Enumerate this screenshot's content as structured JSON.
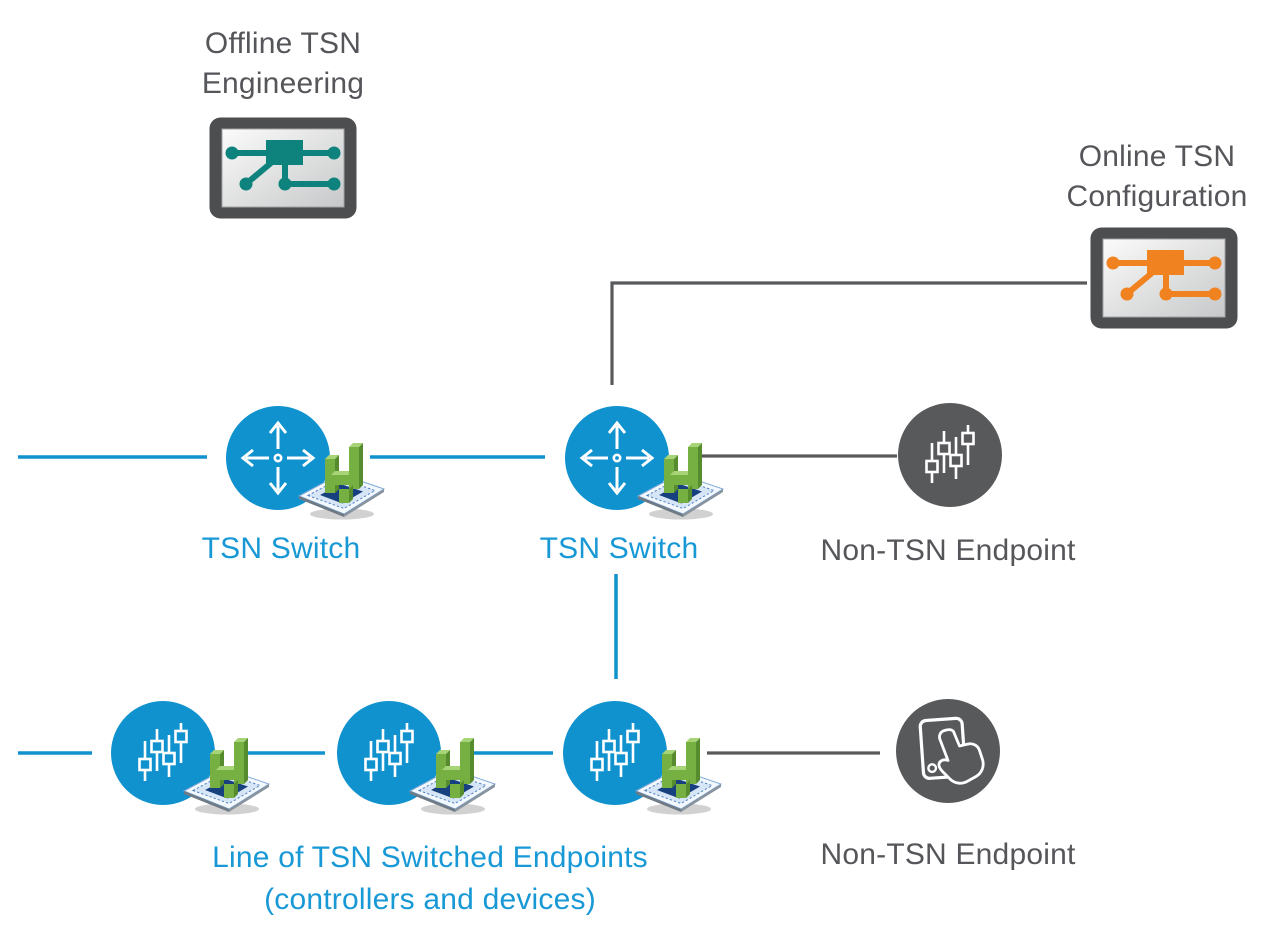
{
  "title": "TSN network architecture diagram",
  "colors": {
    "blue_node": "#1092cf",
    "blue_line": "#1092cf",
    "blue_text": "#1899d6",
    "gray_node": "#58595b",
    "gray_line": "#595a5c",
    "gray_text": "#55565a",
    "monitor_frame": "#4d4e50",
    "teal": "#0e837d",
    "orange": "#f0821f",
    "chip_core": "#16407e",
    "chip_green": "#76b043",
    "chip_green_light": "#a8d478",
    "chip_green_dark": "#578c2e"
  },
  "offline_station": {
    "label_line1": "Offline TSN",
    "label_line2": "Engineering"
  },
  "online_station": {
    "label_line1": "Online TSN",
    "label_line2": "Configuration"
  },
  "switch1": {
    "label": "TSN Switch"
  },
  "switch2": {
    "label": "TSN Switch"
  },
  "non_tsn_top": {
    "label": "Non-TSN Endpoint"
  },
  "non_tsn_bottom": {
    "label": "Non-TSN Endpoint"
  },
  "endpoint_line": {
    "label_line1": "Line of TSN Switched Endpoints",
    "label_line2": "(controllers and devices)"
  },
  "icons": {
    "switch_node": "four-way-arrows-icon",
    "endpoint_node": "sliders-icon",
    "non_tsn_top_node": "sliders-icon",
    "non_tsn_bottom_node": "tablet-touch-icon",
    "engineering_station": "network-topology-monitor-icon",
    "tsn_chip": "tsn-chip-icon"
  }
}
